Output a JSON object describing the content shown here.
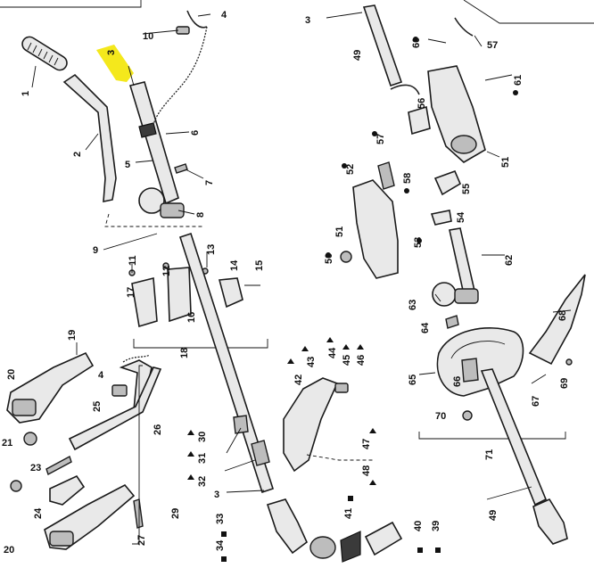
{
  "colors": {
    "highlight": "#f4e81c",
    "ink": "#111111",
    "part_fill": "#e9e9e9"
  },
  "callouts": {
    "c1": "1",
    "c2": "2",
    "c3": "3",
    "c3b": "3",
    "c3c": "3",
    "c4": "4",
    "c4b": "4",
    "c5": "5",
    "c6": "6",
    "c7": "7",
    "c8": "8",
    "c9": "9",
    "c10": "10",
    "c11": "11",
    "c12": "12",
    "c13": "13",
    "c14": "14",
    "c15": "15",
    "c16": "16",
    "c17": "17",
    "c18": "18",
    "c19": "19",
    "c20": "20",
    "c20b": "20",
    "c21": "21",
    "c23": "23",
    "c24": "24",
    "c25": "25",
    "c26": "26",
    "c27": "27",
    "c29": "29",
    "c30": "30",
    "c31": "31",
    "c32": "32",
    "c33": "33",
    "c34": "34",
    "c39": "39",
    "c40": "40",
    "c41": "41",
    "c42": "42",
    "c43": "43",
    "c44": "44",
    "c45": "45",
    "c46": "46",
    "c47": "47",
    "c48": "48",
    "c49": "49",
    "c49b": "49",
    "c50": "50",
    "c51": "51",
    "c51b": "51",
    "c52": "52",
    "c53": "53",
    "c54": "54",
    "c55": "55",
    "c56": "56",
    "c57": "57",
    "c57b": "57",
    "c58": "58",
    "c60": "60",
    "c61": "61",
    "c62": "62",
    "c63": "63",
    "c64": "64",
    "c65": "65",
    "c66": "66",
    "c67": "67",
    "c68": "68",
    "c69": "69",
    "c70": "70",
    "c71": "71"
  }
}
